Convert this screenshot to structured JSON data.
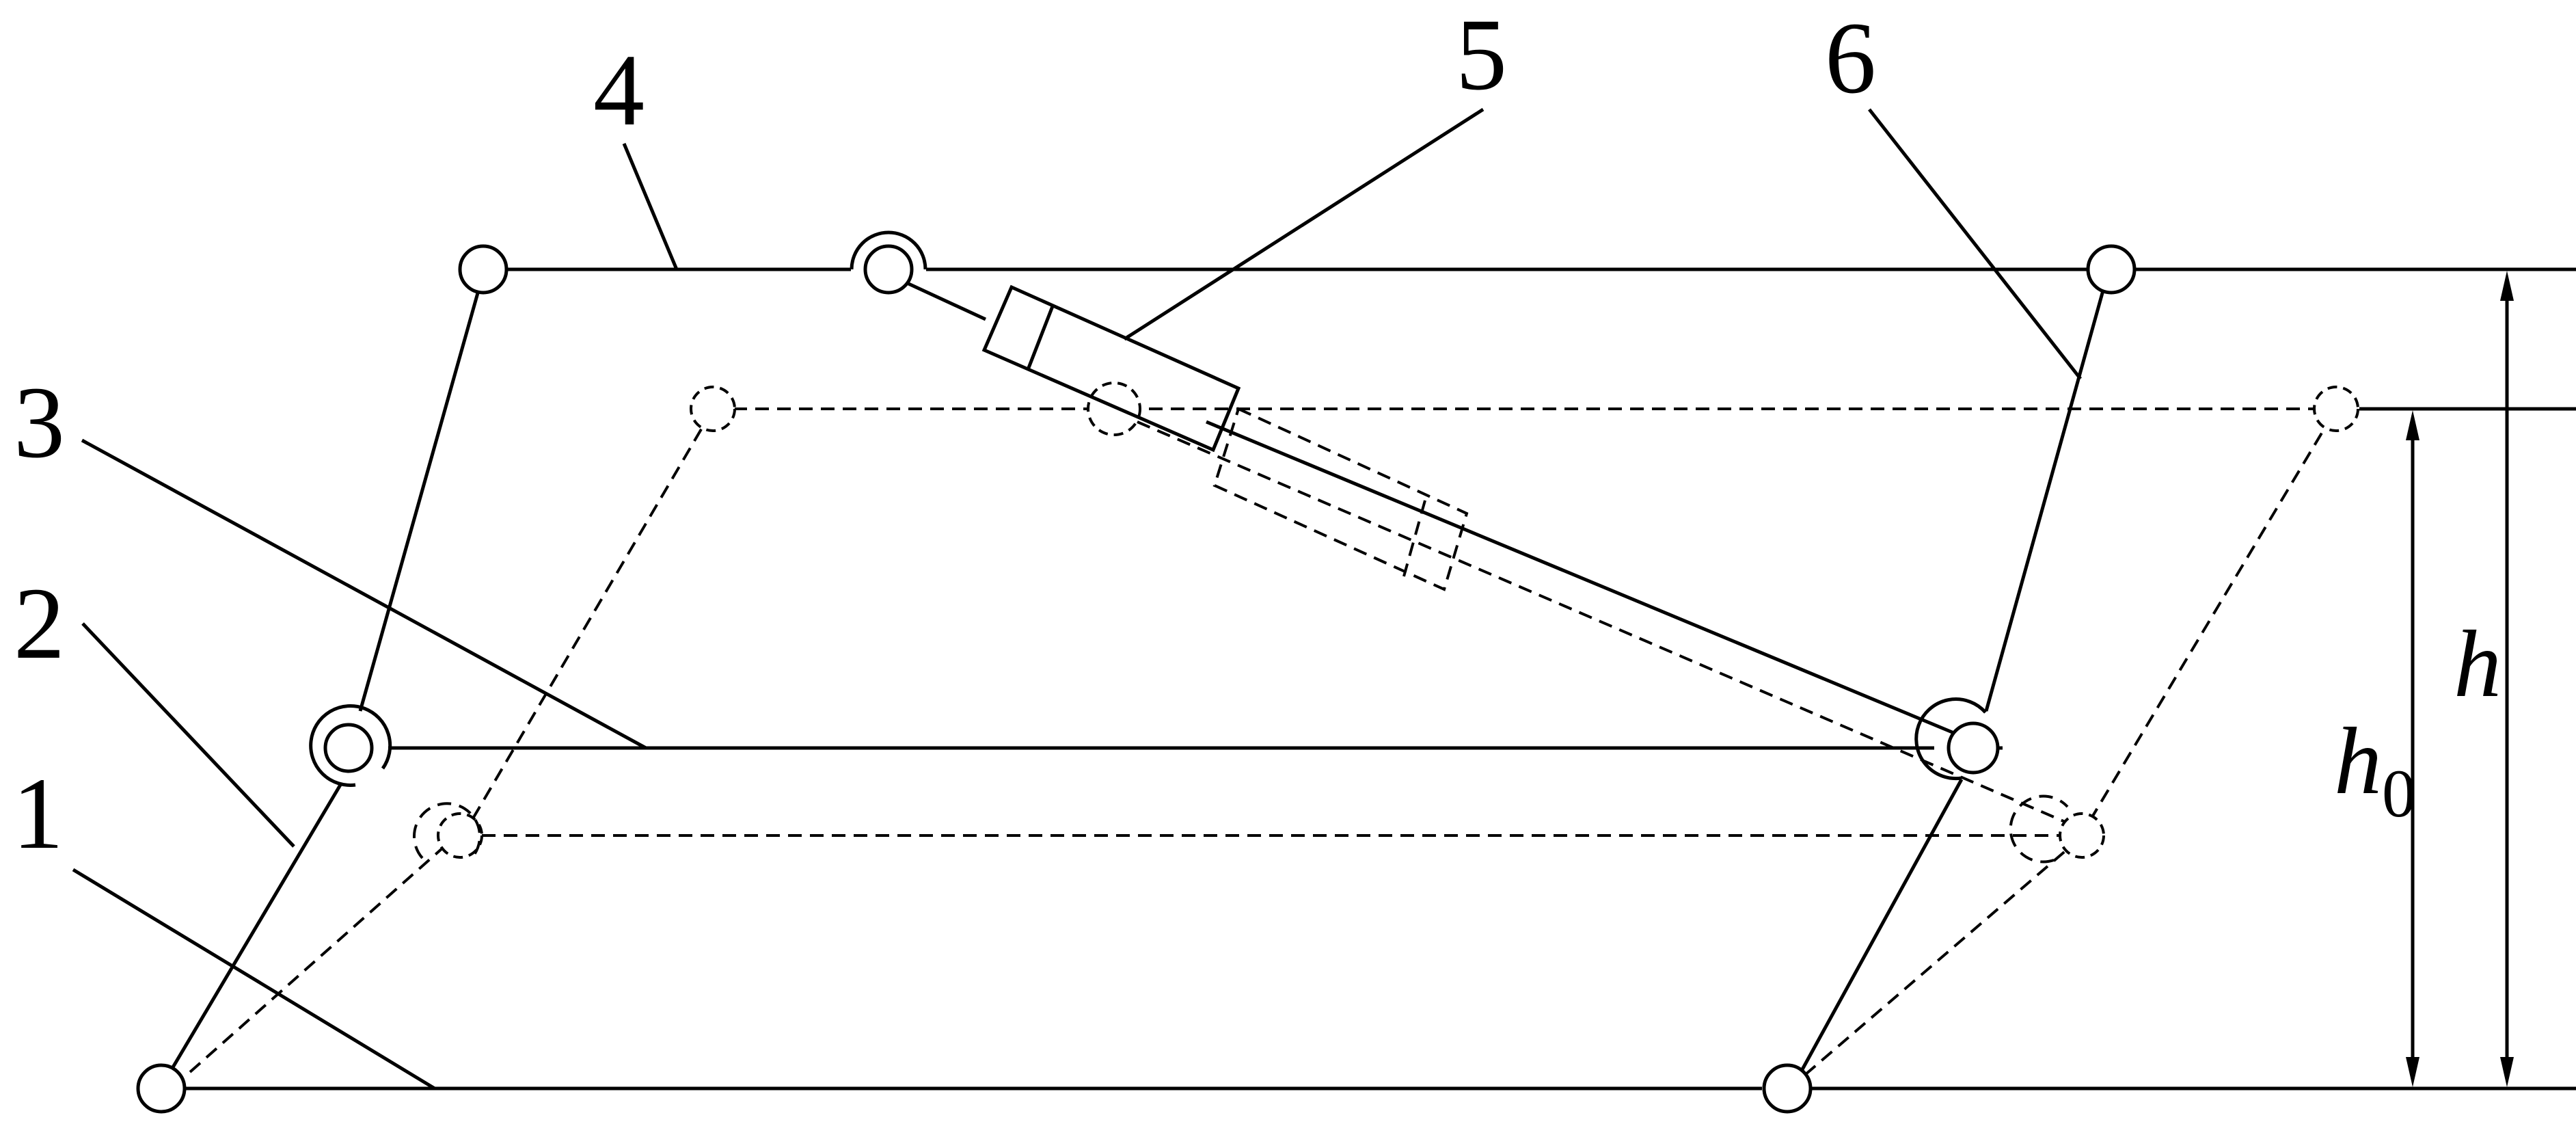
{
  "labels": {
    "part1": "1",
    "part2": "2",
    "part3": "3",
    "part4": "4",
    "part5": "5",
    "part6": "6",
    "h": "h",
    "h0_main": "h",
    "h0_sub": "0"
  }
}
